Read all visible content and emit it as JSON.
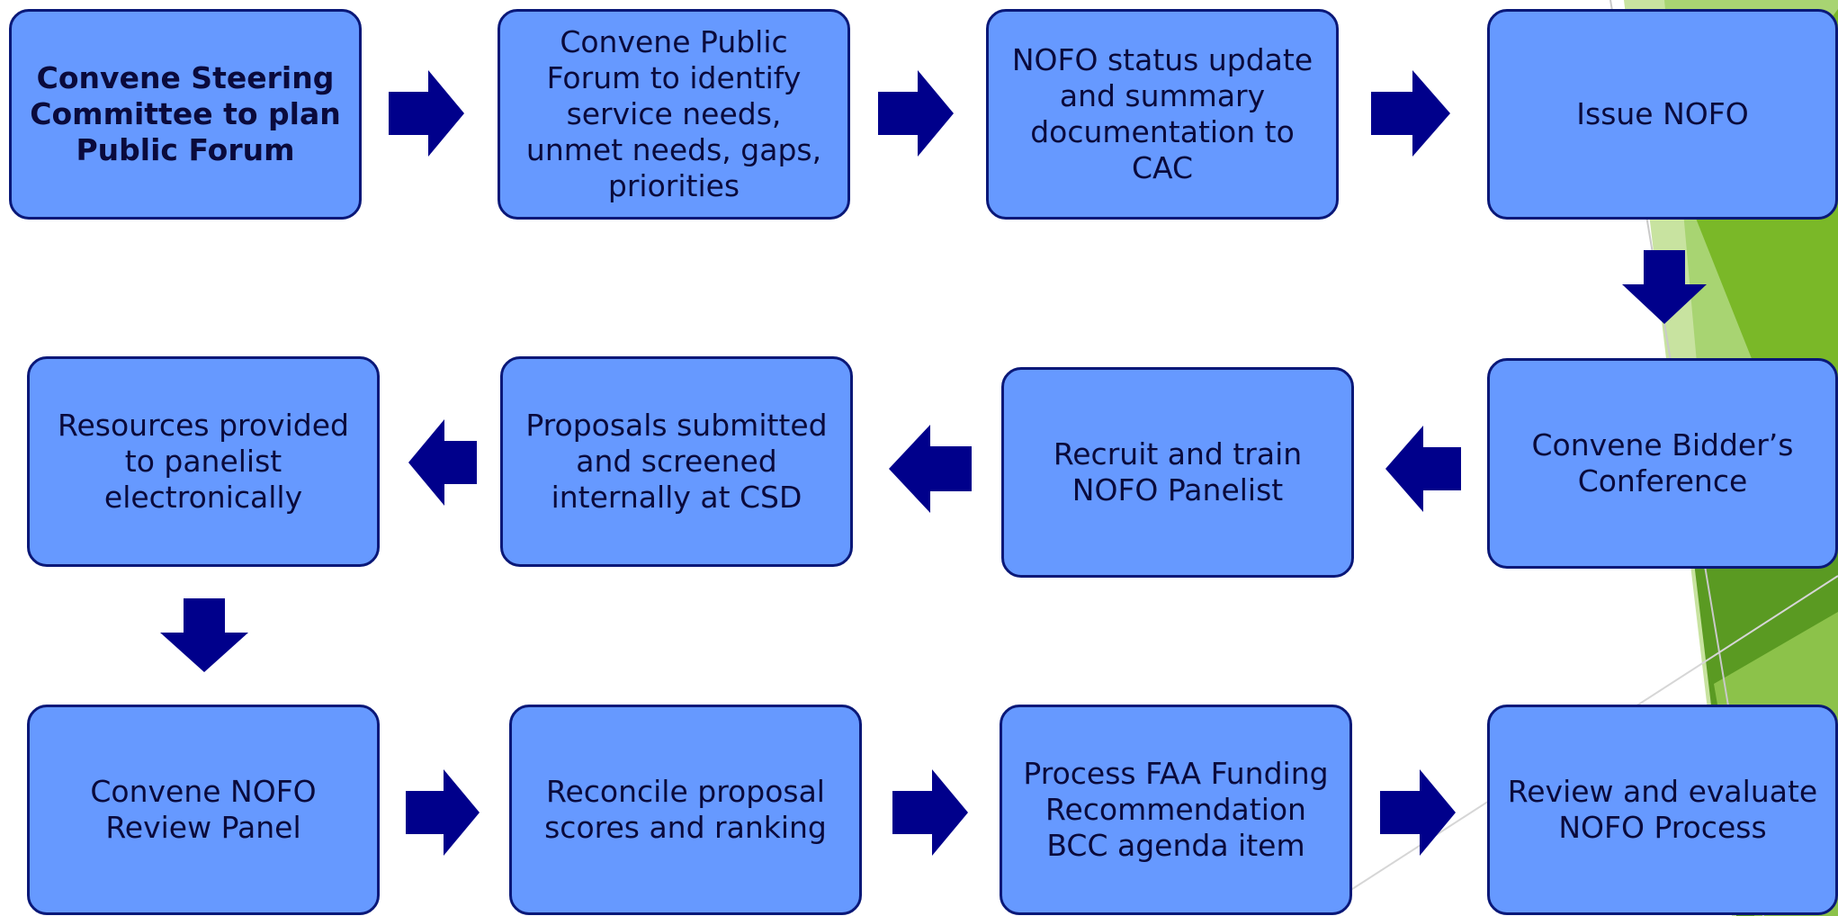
{
  "steps": [
    {
      "text": "Convene Steering Committee to plan Public Forum"
    },
    {
      "text": "Convene Public Forum to identify service needs, unmet needs, gaps, priorities"
    },
    {
      "text": "NOFO status update and summary documentation  to CAC"
    },
    {
      "text": "Issue NOFO"
    },
    {
      "text": "Convene Bidder’s Conference"
    },
    {
      "text": "Recruit and train NOFO Panelist"
    },
    {
      "text": "Proposals submitted and screened internally at CSD"
    },
    {
      "text": "Resources provided to panelist electronically"
    },
    {
      "text": "Convene NOFO Review Panel"
    },
    {
      "text": "Reconcile proposal scores and ranking"
    },
    {
      "text": "Process FAA Funding Recommendation BCC agenda item"
    },
    {
      "text": "Review  and evaluate NOFO Process"
    }
  ],
  "colors": {
    "box_fill": "#6699ff",
    "box_border": "#0a1878",
    "arrow": "#00008b",
    "accent_green": "#7ab828"
  },
  "arrow_directions": [
    "right",
    "right",
    "right",
    "down",
    "left",
    "left",
    "left",
    "down",
    "right",
    "right",
    "right"
  ]
}
